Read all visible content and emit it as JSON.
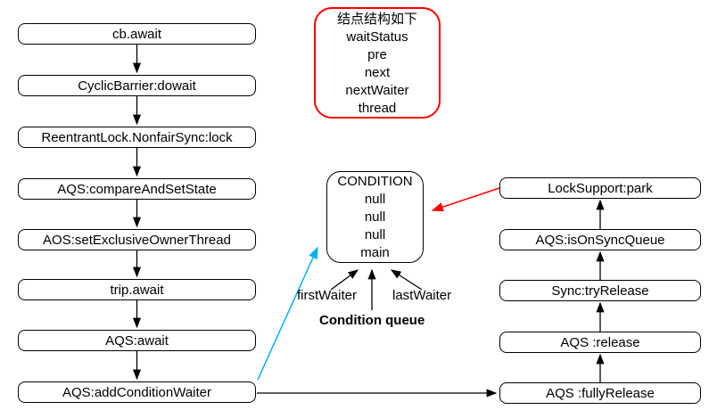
{
  "colors": {
    "ink": "#000000",
    "red": "#ff0000",
    "cyan": "#00b0f0",
    "background": "#ffffff"
  },
  "left_flow": [
    "cb.await",
    "CyclicBarrier:dowait",
    "ReentrantLock.NonfairSync:lock",
    "AQS:compareAndSetState",
    "AOS:setExclusiveOwnerThread",
    "trip.await",
    "AQS:await",
    "AQS:addConditionWaiter"
  ],
  "right_flow": [
    "LockSupport:park",
    "AQS:isOnSyncQueue",
    "Sync:tryRelease",
    "AQS :release",
    "AQS :fullyRelease"
  ],
  "node_struct": {
    "title": "结点结构如下",
    "fields": [
      "waitStatus",
      "pre",
      "next",
      "nextWaiter",
      "thread"
    ]
  },
  "condition_node": {
    "title": "CONDITION",
    "rows": [
      "null",
      "null",
      "null",
      "main"
    ]
  },
  "labels": {
    "first_waiter": "firstWaiter",
    "last_waiter": "lastWaiter",
    "condition_queue": "Condition queue"
  }
}
